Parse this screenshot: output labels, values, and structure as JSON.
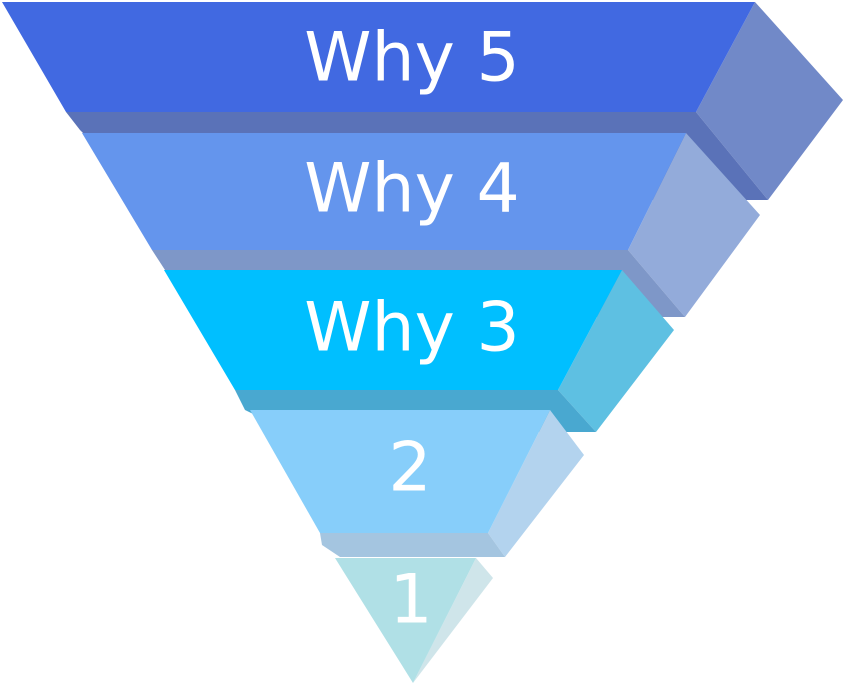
{
  "levels": [
    {
      "label": "Why 5",
      "colors": {
        "front": "#4169E1",
        "side": "#7189C8",
        "bottom": "#5A72B8",
        "sideShade": "#5F77BD"
      }
    },
    {
      "label": "Why 4",
      "colors": {
        "front": "#6495ED",
        "side": "#93ABDA",
        "bottom": "#7E97C8",
        "sideShade": "#7A94D2"
      }
    },
    {
      "label": "Why 3",
      "colors": {
        "front": "#00BFFF",
        "side": "#5EC0E2",
        "bottom": "#49A8D0",
        "sideShade": "#3FAEDB"
      }
    },
    {
      "label": "2",
      "colors": {
        "front": "#87CEFA",
        "side": "#B3D3EE",
        "bottom": "#A4C5E0",
        "sideShade": "#A8CCEB"
      }
    },
    {
      "label": "1",
      "colors": {
        "front": "#B0E0E6",
        "side": "#CFE5EA",
        "bottom": "#C2DDE2",
        "sideShade": "#CFE5EA"
      }
    }
  ]
}
